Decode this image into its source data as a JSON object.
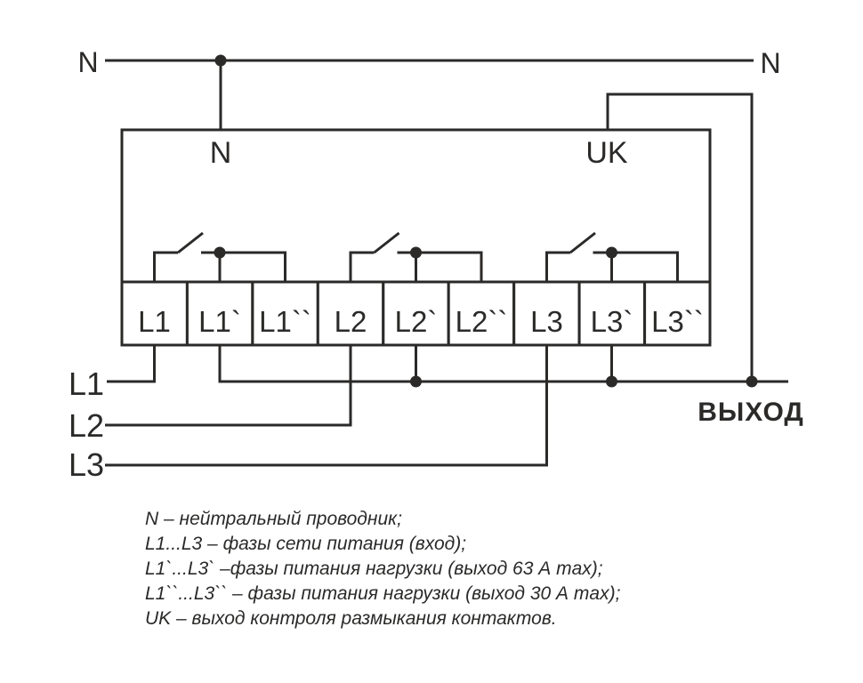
{
  "colors": {
    "ink": "#2b2a29",
    "background": "#ffffff"
  },
  "bus": {
    "neutral_left_label": "N",
    "neutral_right_label": "N"
  },
  "device": {
    "neutral_terminal_label": "N",
    "uk_terminal_label": "UK"
  },
  "terminals": {
    "labels": [
      "L1",
      "L1`",
      "L1``",
      "L2",
      "L2`",
      "L2``",
      "L3",
      "L3`",
      "L3``"
    ]
  },
  "inputs": {
    "l1_label": "L1",
    "l2_label": "L2",
    "l3_label": "L3"
  },
  "output": {
    "label": "ВЫХОД"
  },
  "legend": {
    "lines": [
      "N – нейтральный проводник;",
      "L1...L3 – фазы сети питания (вход);",
      "L1`...L3` –фазы питания нагрузки (выход 63 А max);",
      "L1``...L3`` – фазы питания нагрузки (выход 30 А max);",
      "UK – выход контроля размыкания контактов."
    ]
  }
}
